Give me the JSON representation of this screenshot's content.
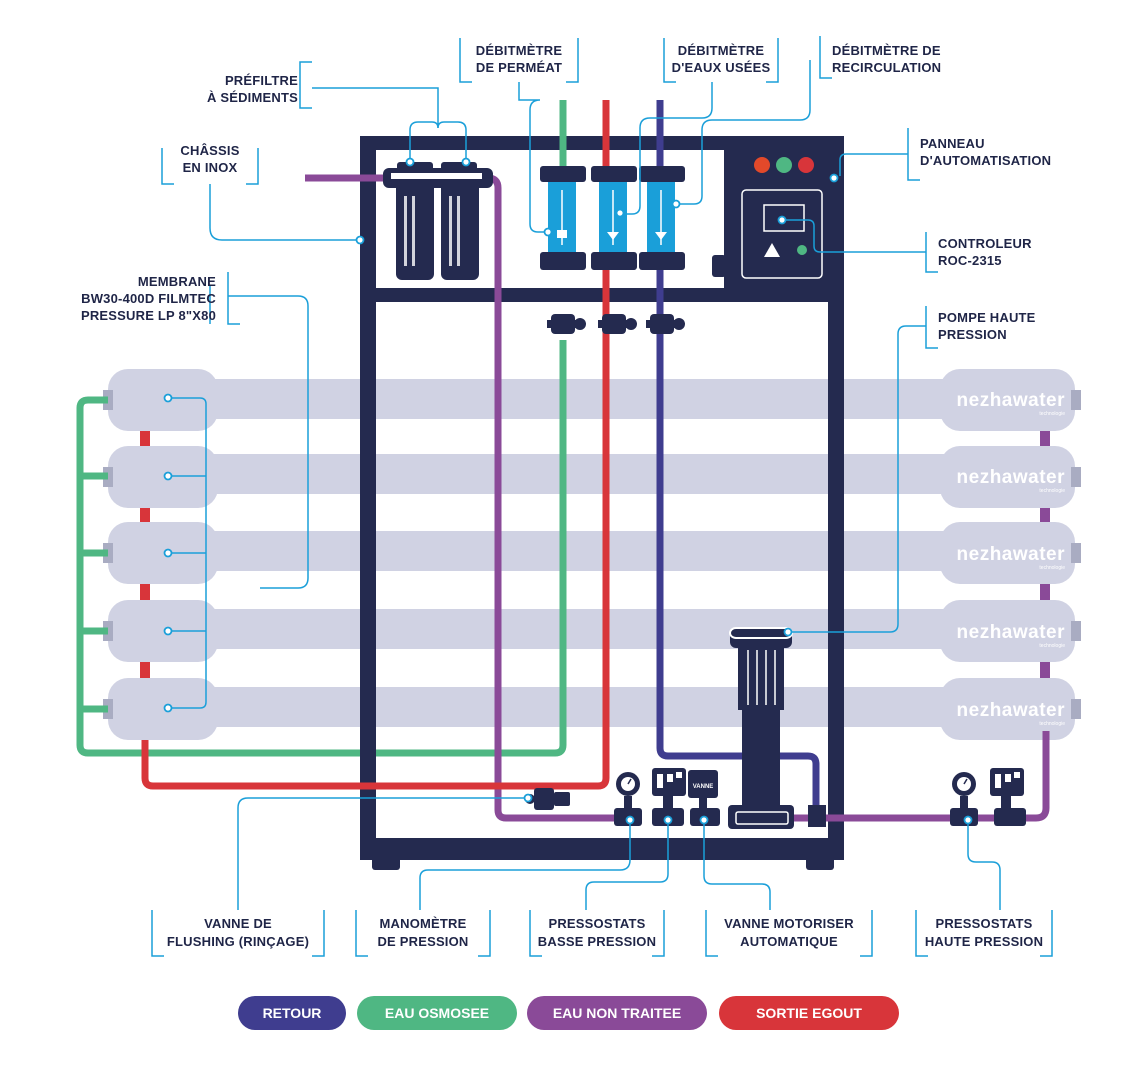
{
  "labels": {
    "prefiltre": [
      "PRÉFILTRE",
      "À SÉDIMENTS"
    ],
    "chassis": [
      "CHÂSSIS",
      "EN INOX"
    ],
    "membrane": [
      "MEMBRANE",
      "BW30-400D FILMTEC",
      "PRESSURE LP 8\"X80"
    ],
    "debit_permeat": [
      "DÉBITMÈTRE",
      "DE PERMÉAT"
    ],
    "debit_eaux_usees": [
      "DÉBITMÈTRE",
      "D'EAUX USÉES"
    ],
    "debit_recirculation": [
      "DÉBITMÈTRE DE",
      "RECIRCULATION"
    ],
    "panneau": [
      "PANNEAU",
      "D'AUTOMATISATION"
    ],
    "controleur": [
      "CONTROLEUR",
      "ROC-2315"
    ],
    "pompe": [
      "POMPE HAUTE",
      "PRESSION"
    ],
    "vanne_flushing": [
      "VANNE DE",
      "FLUSHING (RINÇAGE)"
    ],
    "manometre": [
      "MANOMÈTRE",
      "DE PRESSION"
    ],
    "pressostats_basse": [
      "PRESSOSTATS",
      "BASSE PRESSION"
    ],
    "vanne_motoriser": [
      "VANNE MOTORISER",
      "AUTOMATIQUE"
    ],
    "pressostats_haute": [
      "PRESSOSTATS",
      "HAUTE PRESSION"
    ]
  },
  "watermark": {
    "brand": "nezhawater",
    "tagline": "technologie"
  },
  "valve_tag": "VANNE",
  "legend": [
    {
      "label": "RETOUR",
      "color": "#3f3d8f"
    },
    {
      "label": "EAU OSMOSEE",
      "color": "#4fb783"
    },
    {
      "label": "EAU NON TRAITEE",
      "color": "#8a4a98"
    },
    {
      "label": "SORTIE EGOUT",
      "color": "#d8353a"
    }
  ],
  "colors": {
    "frame": "#242a4f",
    "membrane": "#d0d2e3",
    "callout": "#1a9fd9",
    "flowmeter": "#1a9fd9",
    "indicator_lights": [
      "#e2492a",
      "#4fb783",
      "#d8353a"
    ]
  },
  "icons": [
    "flowmeter-icon",
    "filter-housing-icon",
    "pressure-gauge-icon",
    "pressure-switch-icon",
    "pump-motor-icon",
    "ball-valve-icon"
  ]
}
